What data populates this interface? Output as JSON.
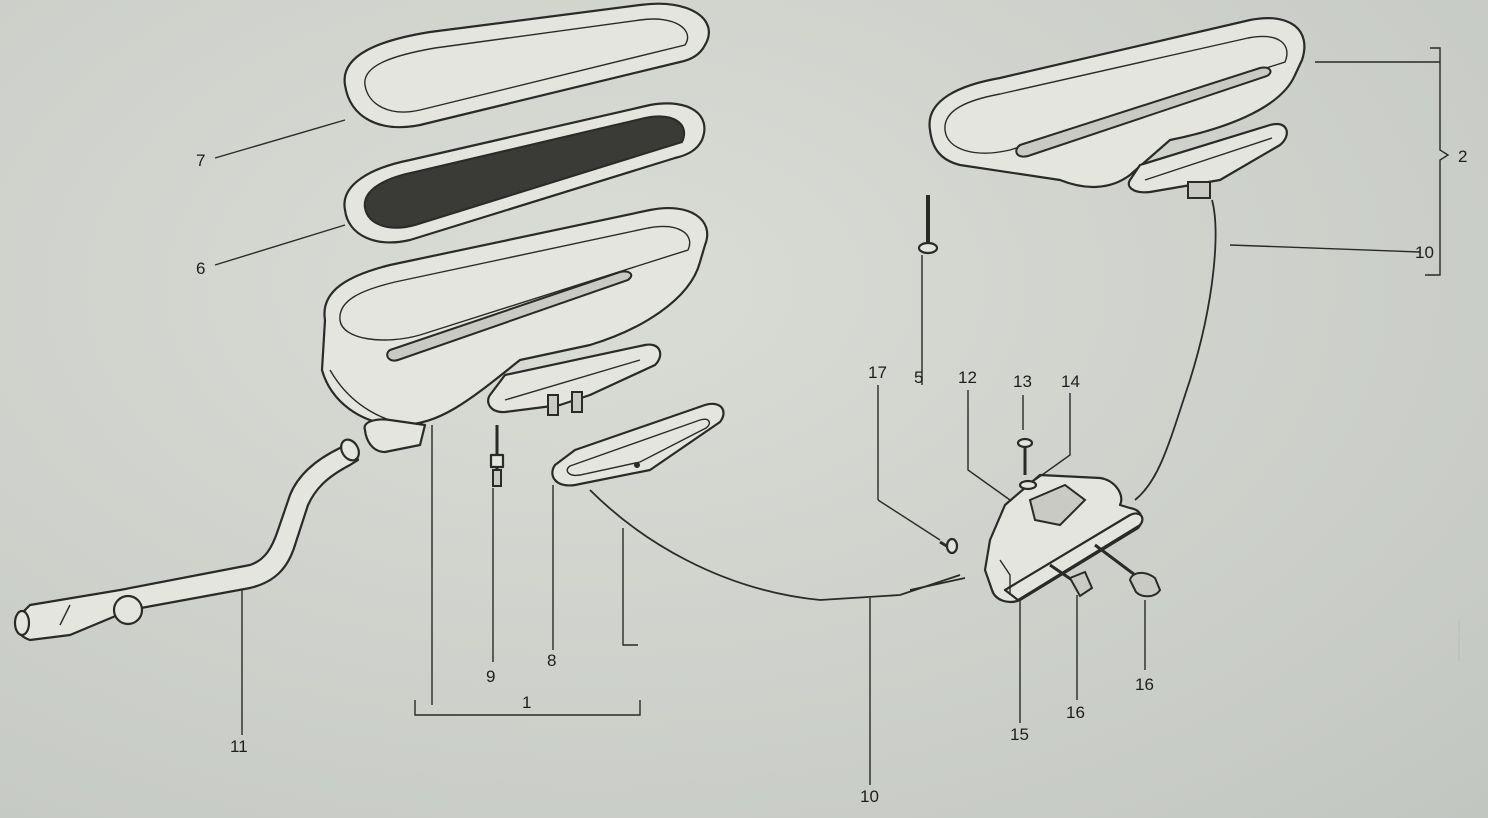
{
  "callouts": [
    {
      "id": "7",
      "label": "7"
    },
    {
      "id": "6",
      "label": "6"
    },
    {
      "id": "11",
      "label": "11"
    },
    {
      "id": "9",
      "label": "9"
    },
    {
      "id": "8",
      "label": "8"
    },
    {
      "id": "1",
      "label": "1"
    },
    {
      "id": "10a",
      "label": "10"
    },
    {
      "id": "17",
      "label": "17"
    },
    {
      "id": "5",
      "label": "5"
    },
    {
      "id": "12",
      "label": "12"
    },
    {
      "id": "13",
      "label": "13"
    },
    {
      "id": "14",
      "label": "14"
    },
    {
      "id": "15",
      "label": "15"
    },
    {
      "id": "16a",
      "label": "16"
    },
    {
      "id": "16b",
      "label": "16"
    },
    {
      "id": "2",
      "label": "2"
    },
    {
      "id": "10b",
      "label": "10"
    }
  ],
  "colors": {
    "paper": "#cfd1cc",
    "ink": "#2a2a28",
    "part_fill": "#e4e5df",
    "mesh": "#3a3a37"
  }
}
